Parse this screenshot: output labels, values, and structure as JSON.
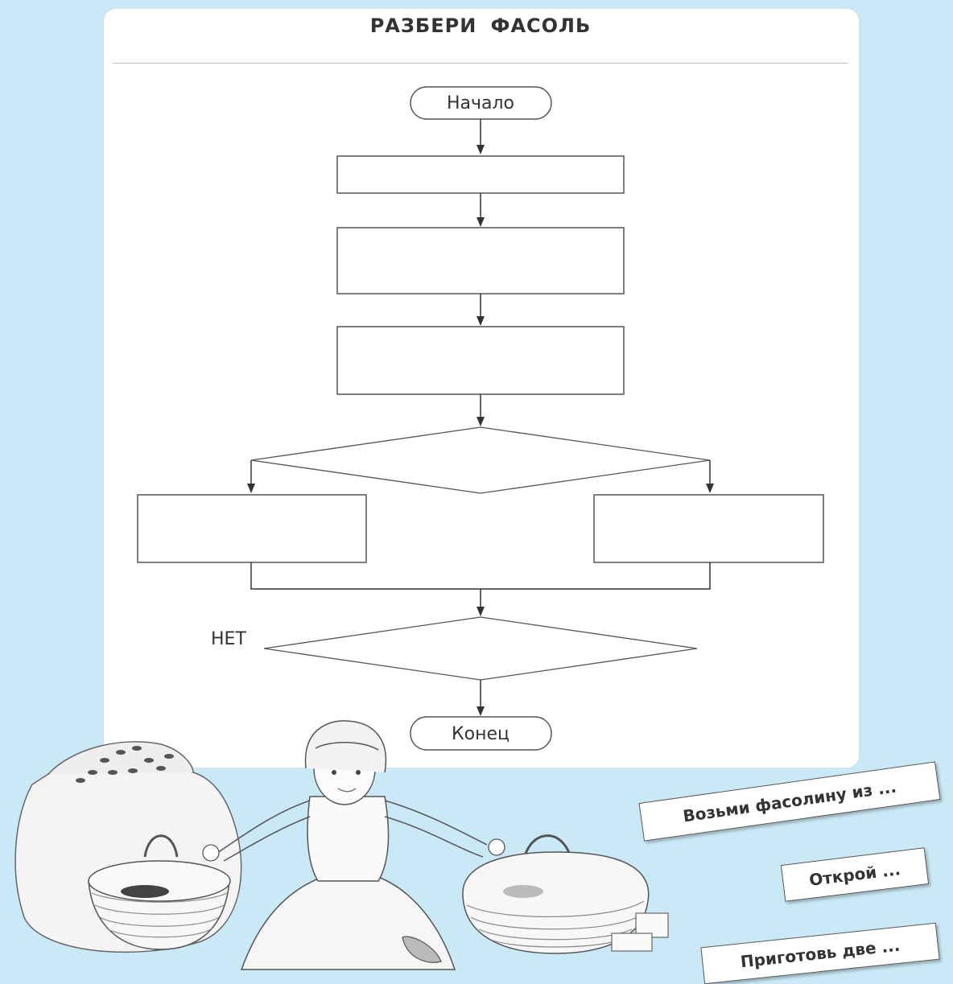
{
  "title": "РАЗБЕРИ ФАСОЛЬ",
  "flowchart": {
    "start_label": "Начало",
    "end_label": "Конец",
    "no_label": "НЕТ",
    "empty_boxes": 5,
    "decision_count": 2
  },
  "cards": {
    "take": "Возьми фасолину из ...",
    "open": "Открой ...",
    "prepare": "Приготовь две ..."
  },
  "colors": {
    "background": "#c9e9f6",
    "panel": "#ffffff",
    "line": "#555555"
  },
  "illustration": {
    "description_icons": [
      "sack-of-beans-icon",
      "girl-icon",
      "left-basket-icon",
      "right-basket-icon",
      "bean-pile-icon"
    ]
  }
}
